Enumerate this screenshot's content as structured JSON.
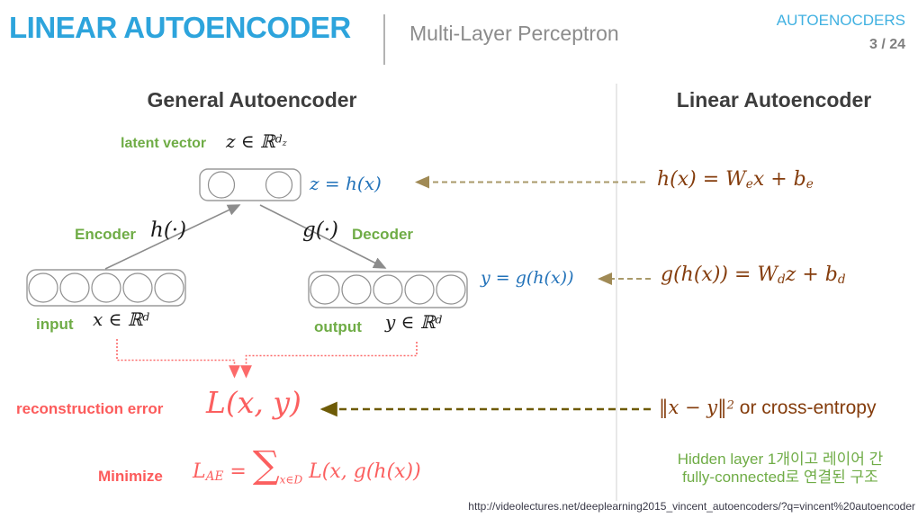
{
  "header": {
    "title": "LINEAR AUTOENCODER",
    "subtitle": "Multi-Layer Perceptron",
    "brand": "AUTOENOCDERS",
    "page": "3 / 24"
  },
  "sections": {
    "left_heading": "General Autoencoder",
    "right_heading": "Linear Autoencoder"
  },
  "diagram": {
    "latent_label": "latent vector",
    "latent_math": [
      [
        "z ∈ ℝ",
        "i"
      ],
      [
        "d",
        "p"
      ],
      [
        "z",
        "ps"
      ]
    ],
    "z_eq": [
      [
        "z = h(x)",
        "i"
      ]
    ],
    "encoder_label": "Encoder",
    "encoder_fn": [
      [
        "h(·)",
        "i"
      ]
    ],
    "decoder_fn": [
      [
        "g(·)",
        "i"
      ]
    ],
    "decoder_label": "Decoder",
    "input_label": "input",
    "input_math": [
      [
        "x ∈ ℝ",
        "i"
      ],
      [
        "d",
        "p"
      ]
    ],
    "output_label": "output",
    "output_math": [
      [
        "y ∈ ℝ",
        "i"
      ],
      [
        "d",
        "p"
      ]
    ],
    "y_eq": [
      [
        "y = g(h(x))",
        "i"
      ]
    ],
    "recon_label": "reconstruction error",
    "loss_math": [
      [
        "L(x, y)",
        "i"
      ]
    ],
    "minimize_label": "Minimize",
    "min_formula": [
      [
        "L",
        "i"
      ],
      [
        "AE",
        "b"
      ],
      [
        " = ",
        "i"
      ],
      [
        "∑",
        "S"
      ],
      [
        "x∈D",
        "u"
      ],
      [
        " L(x, g(h(x))",
        "i"
      ]
    ]
  },
  "formulas": {
    "encoder": [
      [
        "h(x) = W",
        "i"
      ],
      [
        "e",
        "b"
      ],
      [
        "x + b",
        "i"
      ],
      [
        "e",
        "b"
      ]
    ],
    "decoder": [
      [
        "g(h(x)) = W",
        "i"
      ],
      [
        "d",
        "b"
      ],
      [
        "z + b",
        "i"
      ],
      [
        "d",
        "b"
      ]
    ],
    "loss_options": [
      [
        "‖x − y‖",
        "i"
      ],
      [
        "2",
        "p"
      ],
      [
        " or cross-entropy",
        "r"
      ]
    ]
  },
  "note": {
    "line1": "Hidden layer 1개이고 레이어 간",
    "line2": "fully-connected로 연결된 구조"
  },
  "footer": {
    "url": "http://videolectures.net/deeplearning2015_vincent_autoencoders/?q=vincent%20autoencoder"
  },
  "colors": {
    "accent_cyan": "#2da4dc",
    "green": "#6fac46",
    "blue_math": "#2272b9",
    "brown_math": "#843c0c",
    "red": "#fb5f5f",
    "tan_dash": "#a99a6a",
    "olive_dash": "#6e5b07",
    "gray_text": "#8c8c8c",
    "heading_dark": "#3d3d3d"
  }
}
